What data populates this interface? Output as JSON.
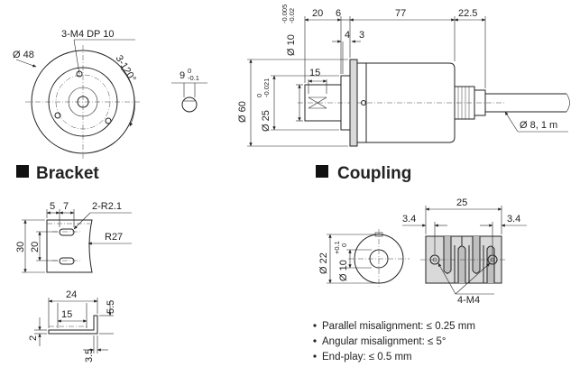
{
  "encoder": {
    "front": {
      "diameter": "Ø 48",
      "holes": "3-M4  DP 10",
      "angle": "3-120°"
    },
    "key": {
      "nominal": "9",
      "upper": "0",
      "lower": "-0.1"
    },
    "side": {
      "dim_20": "20",
      "dim_6": "6",
      "dim_77": "77",
      "dim_22_5": "22.5",
      "dim_4": "4",
      "dim_3": "3",
      "dim_15": "15",
      "shaft_dia": "Ø 10",
      "shaft_tol_upper": "-0.005",
      "shaft_tol_lower": "-0.02",
      "spigot_dia": "Ø 25",
      "spigot_tol_upper": "0",
      "spigot_tol_lower": "-0.021",
      "body_dia": "Ø 60",
      "cable": "Ø 8, 1 m"
    }
  },
  "bracket": {
    "title": "Bracket",
    "dim_5": "5",
    "dim_7": "7",
    "slot": "2-R2.1",
    "dim_30": "30",
    "dim_20": "20",
    "radius": "R27",
    "dim_24": "24",
    "dim_15": "15",
    "dim_5_5": "5.5",
    "dim_2": "2",
    "dim_3_5": "3.5"
  },
  "coupling": {
    "title": "Coupling",
    "dim_25": "25",
    "dim_3_4_left": "3.4",
    "dim_3_4_right": "3.4",
    "outer_dia": "Ø 22",
    "bore_dia": "Ø 10",
    "bore_tol_upper": "+0.1",
    "bore_tol_lower": "0",
    "screws": "4-M4",
    "specs": [
      "Parallel misalignment: ≤ 0.25 mm",
      "Angular misalignment: ≤ 5°",
      "End-play: ≤ 0.5 mm"
    ]
  },
  "icons": {
    "bullet_square": "black-square-icon",
    "bullet": "bullet-icon"
  }
}
